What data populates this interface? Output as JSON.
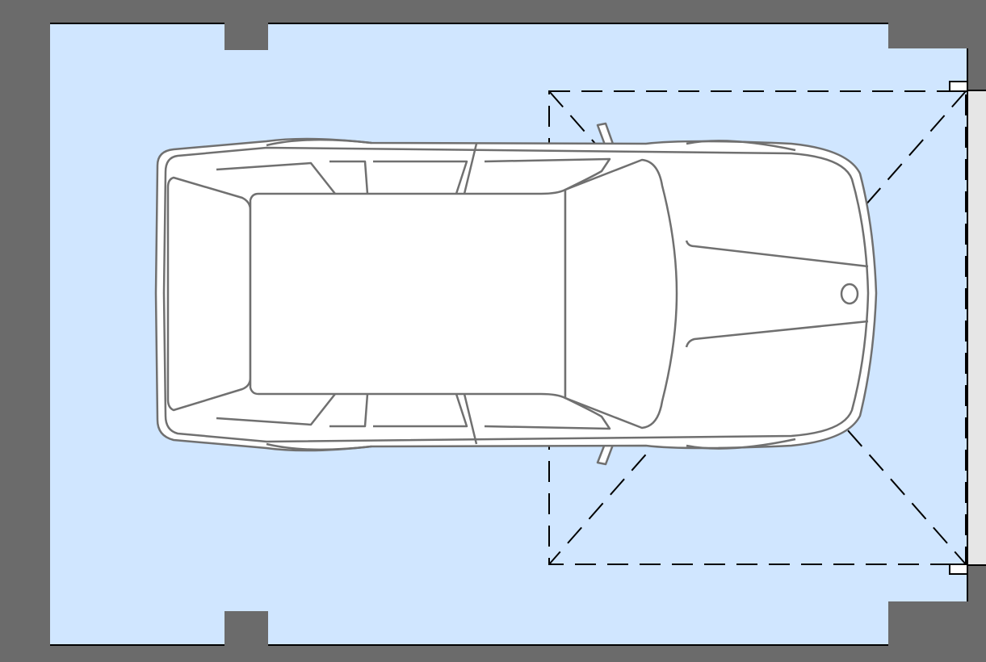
{
  "title": "",
  "colors": {
    "wall": "#6b6b6b",
    "floor": "#d0e6ff",
    "car_body": "#ffffff",
    "car_outline": "#707070",
    "door_line": "#000000",
    "door_panel": "#e6e6e6",
    "wall_edge": "#000000"
  },
  "elements": {
    "garage_floor": "floor-area",
    "car": "car-top-view",
    "garage_door": "overhead-door-opening"
  }
}
